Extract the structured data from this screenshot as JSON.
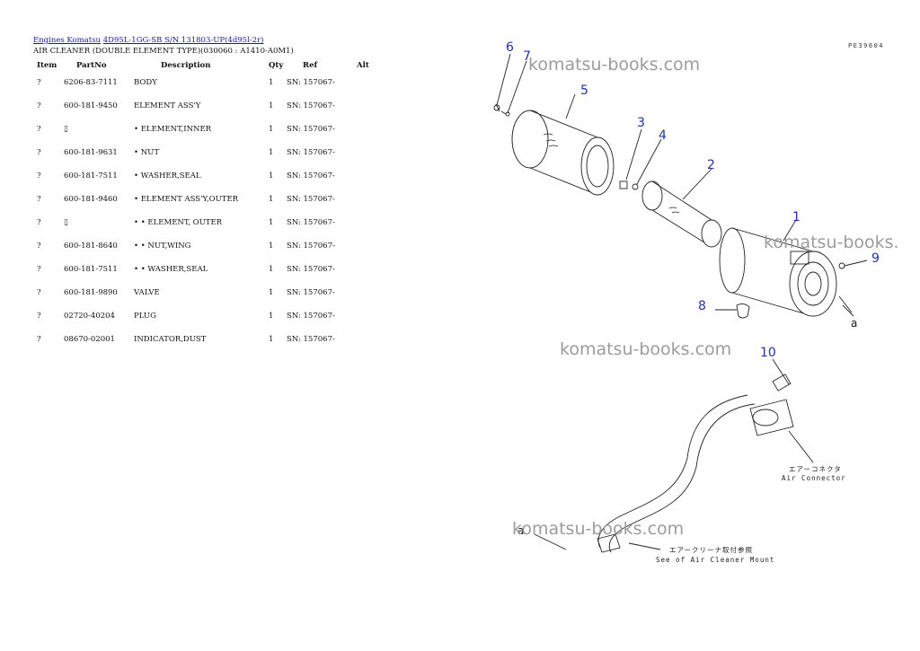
{
  "breadcrumb": {
    "engines": "Engines Komatsu",
    "model": "4D95L-1GG-SB S/N 131803-UP(4d95l-2r)"
  },
  "page_title": "AIR CLEANER (DOUBLE ELEMENT TYPE)(030060 : A1410-A0M1)",
  "table": {
    "headers": [
      "Item",
      "PartNo",
      "Description",
      "Qty",
      "Ref",
      "Alt"
    ],
    "rows": [
      {
        "item": "?",
        "part": "6206-83-7111",
        "desc": "BODY",
        "qty": "1",
        "ref": "SN: 157067-"
      },
      {
        "item": "?",
        "part": "600-181-9450",
        "desc": "ELEMENT ASS'Y",
        "qty": "1",
        "ref": "SN: 157067-"
      },
      {
        "item": "?",
        "part": "▯",
        "desc": "• ELEMENT,INNER",
        "qty": "1",
        "ref": "SN: 157067-"
      },
      {
        "item": "?",
        "part": "600-181-9631",
        "desc": "• NUT",
        "qty": "1",
        "ref": "SN: 157067-"
      },
      {
        "item": "?",
        "part": "600-181-7511",
        "desc": "• WASHER,SEAL",
        "qty": "1",
        "ref": "SN: 157067-"
      },
      {
        "item": "?",
        "part": "600-181-9460",
        "desc": "• ELEMENT ASS'Y,OUTER",
        "qty": "1",
        "ref": "SN: 157067-"
      },
      {
        "item": "?",
        "part": "▯",
        "desc": "• • ELEMENT, OUTER",
        "qty": "1",
        "ref": "SN: 157067-"
      },
      {
        "item": "?",
        "part": "600-181-8640",
        "desc": "• • NUT,WING",
        "qty": "1",
        "ref": "SN: 157067-"
      },
      {
        "item": "?",
        "part": "600-181-7511",
        "desc": "• • WASHER,SEAL",
        "qty": "1",
        "ref": "SN: 157067-"
      },
      {
        "item": "?",
        "part": "600-181-9890",
        "desc": "VALVE",
        "qty": "1",
        "ref": "SN: 157067-"
      },
      {
        "item": "?",
        "part": "02720-40204",
        "desc": "PLUG",
        "qty": "1",
        "ref": "SN: 157067-"
      },
      {
        "item": "?",
        "part": "08670-02001",
        "desc": "INDICATOR,DUST",
        "qty": "1",
        "ref": "SN: 157067-"
      }
    ]
  },
  "drawing": {
    "code": "PE39604",
    "callouts": [
      "1",
      "2",
      "3",
      "4",
      "5",
      "6",
      "7",
      "8",
      "9",
      "10"
    ],
    "arrow_label": "a",
    "air_connector_jp": "エアーコネクタ",
    "air_connector_en": "Air Connector",
    "mount_jp": "エアークリーナ取付参照",
    "mount_en": "See of Air Cleaner Mount"
  },
  "watermark": "komatsu-books.com",
  "watermark_partial": "komatsu-books."
}
